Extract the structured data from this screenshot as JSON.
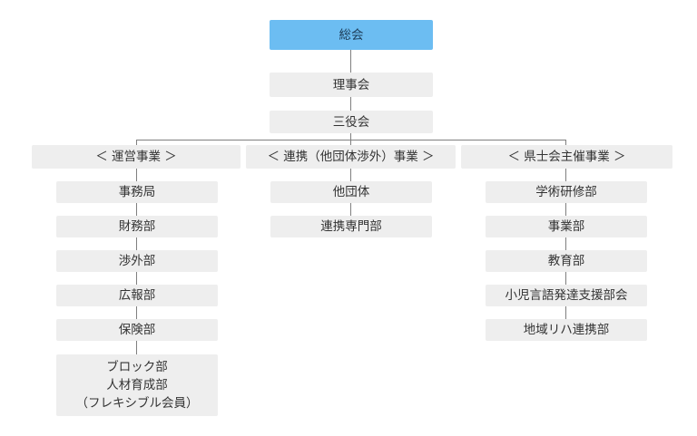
{
  "org": {
    "top": "総会",
    "level2": "理事会",
    "level3": "三役会",
    "divisions": [
      {
        "title": "＜ 運営事業 ＞",
        "items": [
          "事務局",
          "財務部",
          "渉外部",
          "広報部",
          "保険部"
        ],
        "last_lines": [
          "ブロック部",
          "人材育成部",
          "（フレキシブル会員）"
        ]
      },
      {
        "title": "＜ 連携（他団体渉外）事業 ＞",
        "items": [
          "他団体",
          "連携専門部"
        ]
      },
      {
        "title": "＜ 県士会主催事業 ＞",
        "items": [
          "学術研修部",
          "事業部",
          "教育部",
          "小児言語発達支援部会",
          "地域リハ連携部"
        ]
      }
    ]
  },
  "colors": {
    "top_fill": "#6cbdf2",
    "box_fill": "#eeeeee",
    "line": "#7f7f7f"
  }
}
